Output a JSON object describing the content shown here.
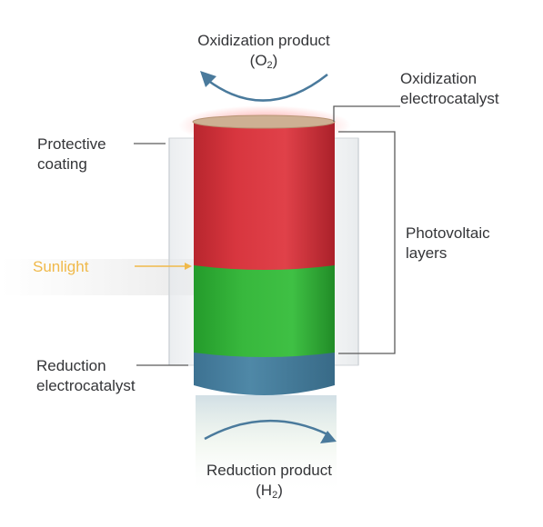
{
  "labels": {
    "oxidization_product": {
      "line1": "Oxidization product",
      "line2_prefix": "(O",
      "line2_sub": "2",
      "line2_suffix": ")"
    },
    "oxidization_electrocatalyst": {
      "line1": "Oxidization",
      "line2": "electrocatalyst"
    },
    "protective_coating": {
      "line1": "Protective",
      "line2": "coating"
    },
    "photovoltaic_layers": {
      "line1": "Photovoltaic",
      "line2": "layers"
    },
    "sunlight": "Sunlight",
    "reduction_electrocatalyst": {
      "line1": "Reduction",
      "line2": "electrocatalyst"
    },
    "reduction_product": {
      "line1": "Reduction product",
      "line2_prefix": "(H",
      "line2_sub": "2",
      "line2_suffix": ")"
    }
  },
  "colors": {
    "text": "#343538",
    "sunlight": "#f0b94a",
    "arrow": "#4a7a9c",
    "red_layer": "#d6353f",
    "green_layer": "#35b63a",
    "blue_layer": "#4a84a3",
    "top_disc": "#c9a98f",
    "leader_line": "#5a5a5a"
  }
}
